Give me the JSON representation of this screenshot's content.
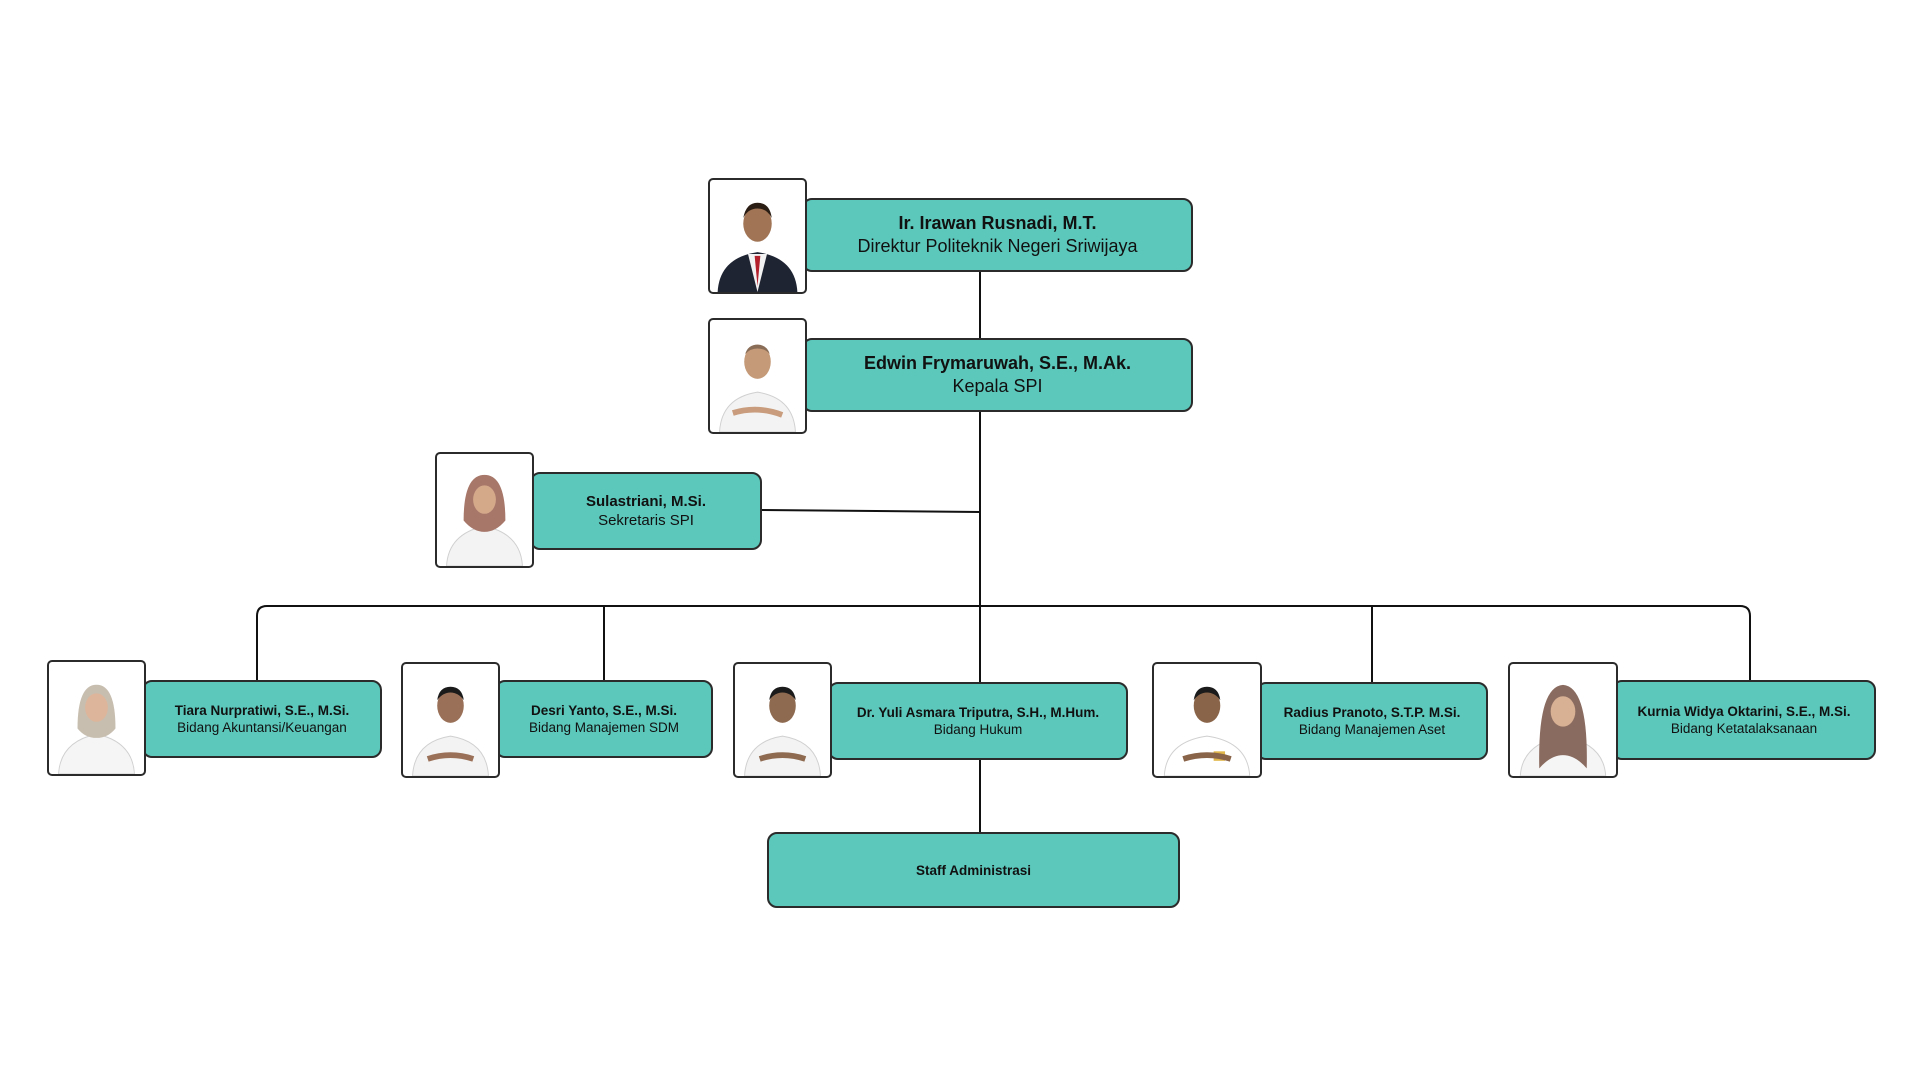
{
  "org": {
    "director": {
      "name": "Ir. Irawan Rusnadi, M.T.",
      "role": "Direktur Politeknik Negeri Sriwijaya"
    },
    "head": {
      "name": "Edwin Frymaruwah, S.E., M.Ak.",
      "role": "Kepala SPI"
    },
    "secretary": {
      "name": "Sulastriani, M.Si.",
      "role": "Sekretaris SPI"
    },
    "fields": [
      {
        "name": "Tiara Nurpratiwi, S.E., M.Si.",
        "role": "Bidang Akuntansi/Keuangan"
      },
      {
        "name": "Desri Yanto, S.E., M.Si.",
        "role": "Bidang Manajemen SDM"
      },
      {
        "name": "Dr. Yuli Asmara Triputra, S.H., M.Hum.",
        "role": "Bidang Hukum"
      },
      {
        "name": "Radius Pranoto, S.T.P. M.Si.",
        "role": "Bidang Manajemen Aset"
      },
      {
        "name": "Kurnia Widya Oktarini, S.E., M.Si.",
        "role": "Bidang Ketatalaksanaan"
      }
    ],
    "staff": {
      "name": "Staff Administrasi"
    }
  },
  "colors": {
    "box": "#5bc8bb",
    "line": "#111111"
  }
}
